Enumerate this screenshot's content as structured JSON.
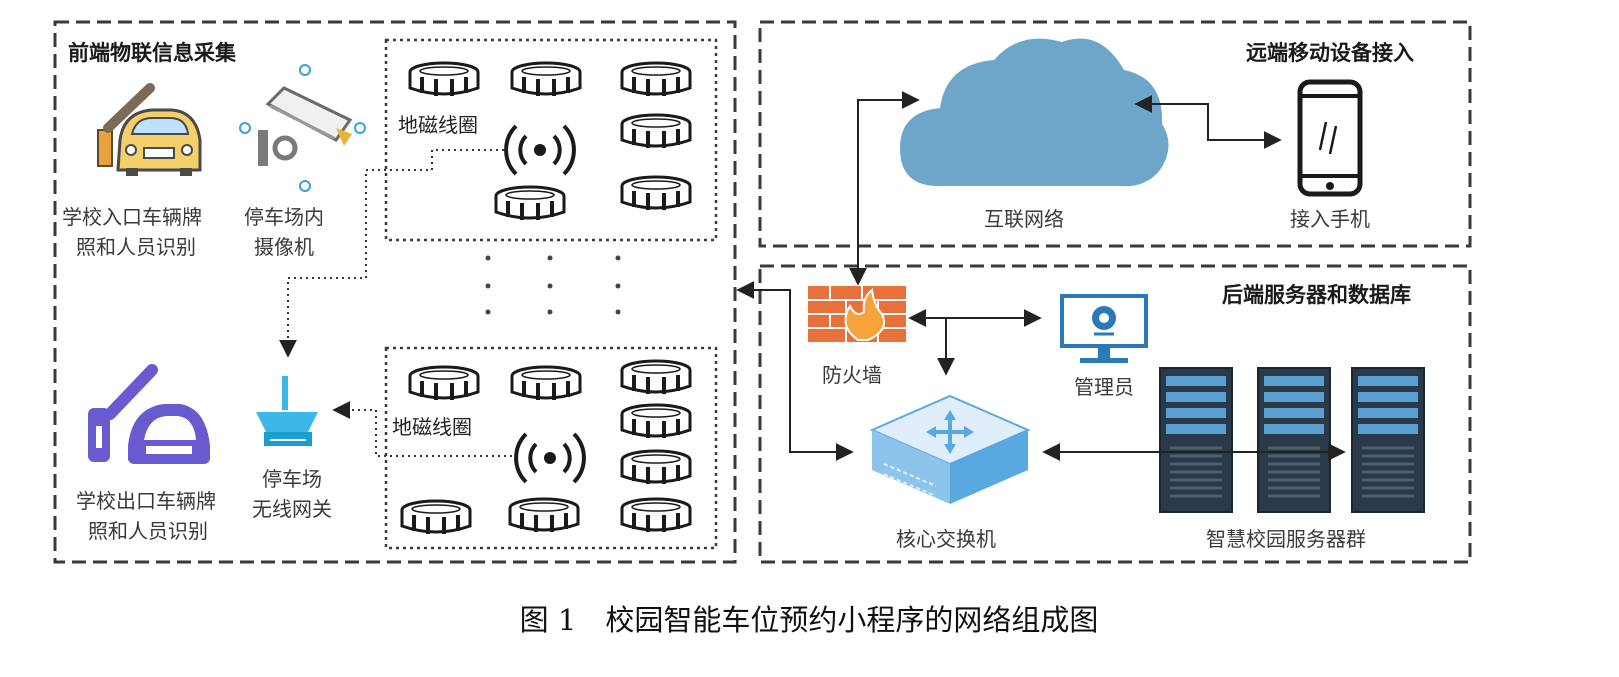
{
  "sections": {
    "frontend": {
      "title": "前端物联信息采集"
    },
    "remote": {
      "title": "远端移动设备接入"
    },
    "backend": {
      "title": "后端服务器和数据库"
    }
  },
  "frontend": {
    "entrance_label": [
      "学校入口车辆牌",
      "照和人员识别"
    ],
    "exit_label": [
      "学校出口车辆牌",
      "照和人员识别"
    ],
    "camera_label": [
      "停车场内",
      "摄像机"
    ],
    "gateway_label": [
      "停车场",
      "无线网关"
    ],
    "sensor_group_top_label": "地磁线圈",
    "sensor_group_bottom_label": "地磁线圈"
  },
  "remote": {
    "internet_label": "互联网络",
    "phone_label": "接入手机"
  },
  "backend": {
    "firewall_label": "防火墙",
    "admin_label": "管理员",
    "switch_label": "核心交换机",
    "servers_label": "智慧校园服务器群"
  },
  "caption": "图 1　校园智能车位预约小程序的网络组成图",
  "colors": {
    "border": "#3a3a3a",
    "cloud": "#6ea6c9",
    "firewall": "#e8703a",
    "gateway": "#3bb8e8",
    "server": "#2b3a4a",
    "switch": "#5aa8e0",
    "exit_car": "#6a5ad0",
    "entrance_car": "#e8c85a"
  }
}
